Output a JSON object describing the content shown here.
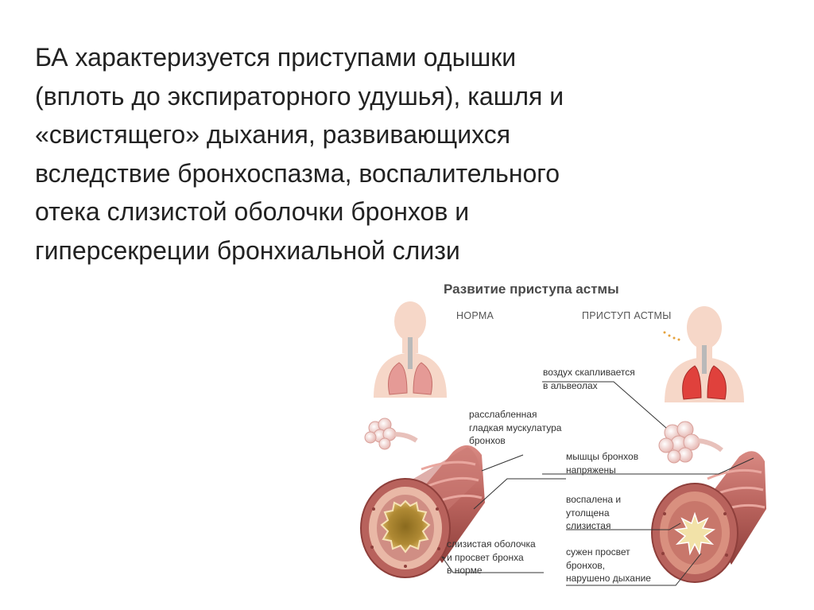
{
  "slide": {
    "paragraph_lines": [
      "БА характеризуется приступами одышки",
      "(вплоть до экспираторного удушья), кашля и",
      "«свистящего» дыхания, развивающихся",
      "вследствие бронхоспазма, воспалительного",
      "отека слизистой оболочки бронхов и",
      "гиперсекреции бронхиальной слизи"
    ]
  },
  "illustration": {
    "title": "Развитие приступа астмы",
    "normal_label": "НОРМА",
    "attack_label": "ПРИСТУП АСТМЫ",
    "labels": {
      "air_trapped": [
        "воздух скапливается",
        "в альвеолах"
      ],
      "relaxed_muscle": [
        "расслабленная",
        "гладкая мускулатура",
        "бронхов"
      ],
      "muscles_tense": [
        "мышцы бронхов",
        "напряжены"
      ],
      "inflamed_mucosa": [
        "воспалена и",
        "утолщена",
        "слизистая"
      ],
      "normal_mucosa": [
        "слизистая оболочка",
        "и просвет бронха",
        "в норме"
      ],
      "narrowed_lumen": [
        "сужен просвет",
        "бронхов,",
        "нарушено дыхание"
      ]
    },
    "colors": {
      "tube_outer": "#b8625c",
      "tube_inner": "#e9b8a6",
      "lumen_normal": "#c9a34a",
      "lumen_attack": "#f2e2a8",
      "body_skin": "#f6d7c8",
      "lung_normal": "#e59a96",
      "lung_attack": "#e0413c",
      "leader_line": "#333333"
    }
  }
}
